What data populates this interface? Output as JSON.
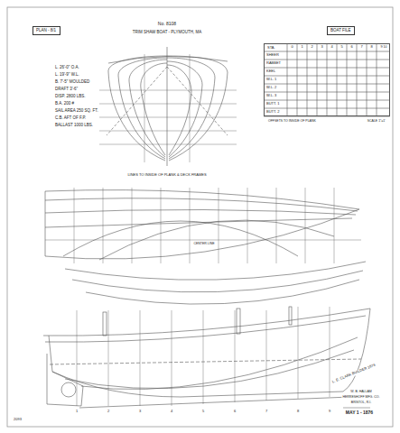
{
  "diagram": {
    "title": "No. 8108",
    "nodes": [
      {
        "text": [
          "PLAN - 8/1"
        ]
      },
      {
        "text": [
          "BOAT FILE"
        ]
      },
      {
        "text": [
          "STA."
        ]
      }
    ],
    "labels": [
      "TRIM SHAW BOAT - PLYMOUTH, MA",
      "L. 26'-0\" O.A.",
      "L. 19'-9\" W.L.",
      "B. 7'-5\" MOULDED",
      "DRAFT 3'-6\"",
      "DISP. 2800 LBS.",
      "B.A. 200 #",
      "SAIL AREA 250 SQ. FT.",
      "C.B. AFT OF F.P.",
      "BALLAST 1000 LBS.",
      "LINES TO INSIDE OF PLANK & DECK FRAMES",
      "CENTER LINE",
      "1",
      "2",
      "3",
      "4",
      "5",
      "6",
      "7",
      "8",
      "9",
      "W. B. HALLAM",
      "HERRESHOFF MFG. CO.",
      "BRISTOL, R.I.",
      "MAY 1 - 1876",
      "L. E. CLARK BUILDER 1876",
      "2093",
      "SHEER",
      "RABBET",
      "KEEL",
      "W.L. 1",
      "W.L. 2",
      "W.L. 3",
      "BUTT. 1",
      "BUTT. 2",
      "0",
      "1",
      "2",
      "3",
      "4",
      "5",
      "6",
      "7",
      "8",
      "9",
      "10",
      "OFFSETS TO INSIDE OF PLANK",
      "SCALE 1\"=1'"
    ]
  }
}
